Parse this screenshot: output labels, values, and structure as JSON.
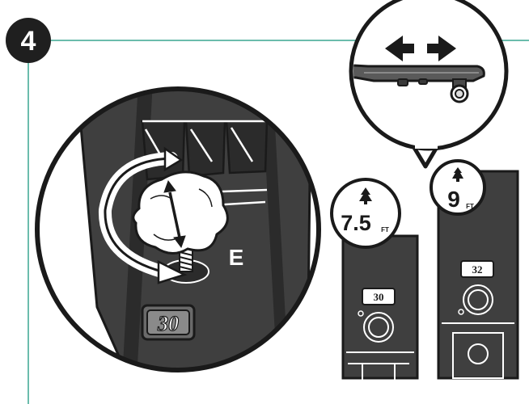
{
  "step": {
    "number": "4"
  },
  "callout": {
    "letter": "E",
    "embossed_number": "30"
  },
  "trees": [
    {
      "height": "7.5",
      "unit": "FT",
      "pole_label": "30"
    },
    {
      "height": "9",
      "unit": "FT",
      "pole_label": "32"
    }
  ],
  "colors": {
    "accent_line": "#3aa591",
    "badge_fill": "#1f1f1f",
    "outline": "#1a1a1a",
    "pole_fill": "#3f3f3f",
    "pole_dark": "#2b2b2b",
    "knob_fill": "#ffffff",
    "background": "#ffffff"
  },
  "icons": [
    "tree-icon",
    "double-arrow-icon",
    "rotate-arrow-icon",
    "vertical-arrow-icon"
  ]
}
